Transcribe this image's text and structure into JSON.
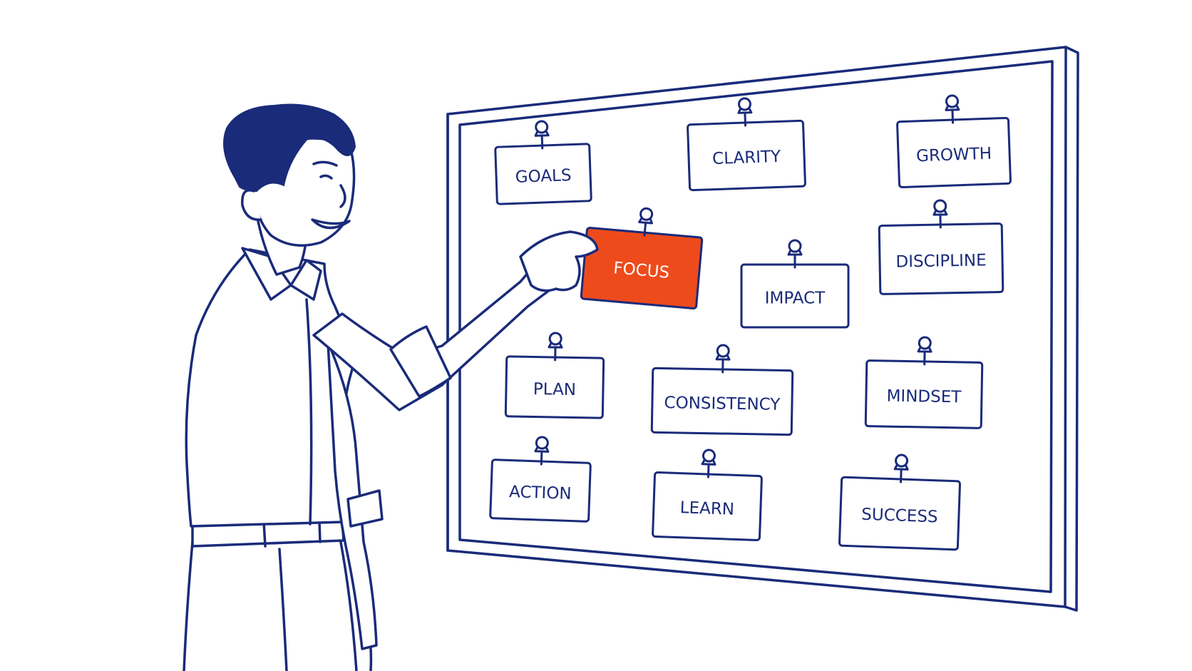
{
  "colors": {
    "ink": "#1a2b7a",
    "accent": "#ee4b1c",
    "background": "#ffffff"
  },
  "board": {
    "cards": [
      {
        "label": "GOALS",
        "highlighted": false
      },
      {
        "label": "CLARITY",
        "highlighted": false
      },
      {
        "label": "GROWTH",
        "highlighted": false
      },
      {
        "label": "FOCUS",
        "highlighted": true
      },
      {
        "label": "IMPACT",
        "highlighted": false
      },
      {
        "label": "DISCIPLINE",
        "highlighted": false
      },
      {
        "label": "PLAN",
        "highlighted": false
      },
      {
        "label": "CONSISTENCY",
        "highlighted": false
      },
      {
        "label": "MINDSET",
        "highlighted": false
      },
      {
        "label": "ACTION",
        "highlighted": false
      },
      {
        "label": "LEARN",
        "highlighted": false
      },
      {
        "label": "SUCCESS",
        "highlighted": false
      }
    ]
  },
  "icons": [
    "pushpin-icon"
  ]
}
